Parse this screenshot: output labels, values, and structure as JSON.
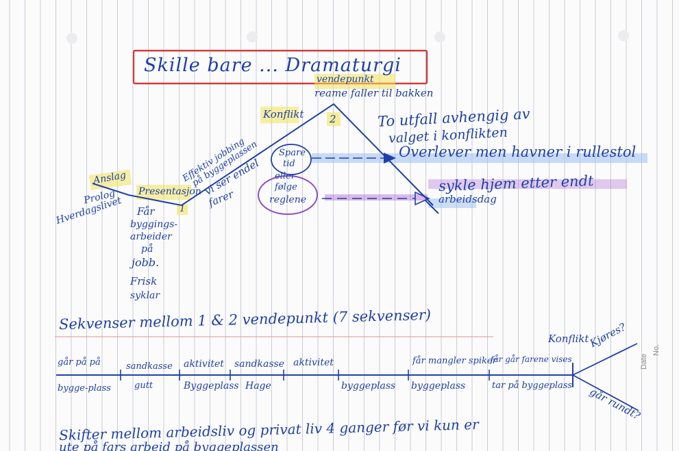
{
  "title": "Skille bare ... Dramaturgi",
  "turning_point_2": {
    "label": "vendepunkt",
    "text": "reame faller til bakken",
    "number": "2"
  },
  "conflict_label": "Konflikt",
  "outcome_note": [
    "To utfall avhengig av",
    "valget i konflikten"
  ],
  "branch_upper": "Overlever men havner i rullestol",
  "branch_lower": [
    "sykle hjem etter endt",
    "arbeidsdag"
  ],
  "choice_circle_1": [
    "Spare",
    "tid"
  ],
  "choice_circle_2": [
    "eller",
    "følge",
    "reglene"
  ],
  "left_labels": {
    "anslag": "Anslag",
    "anslag_sub": [
      "Prolog",
      "Hverdagslivet"
    ],
    "presentasjon": "Presentasjon",
    "turning_point_1_number": "1",
    "rising": [
      "Effektiv jobbing",
      "på byggeplassen",
      "vi ser endel",
      "farer"
    ],
    "presentation_text": [
      "Får",
      "byggings-",
      "arbeider",
      "på",
      "jobb.",
      "Frisk",
      "syklar"
    ]
  },
  "sequences_heading": "Sekvenser mellom 1 & 2 vendepunkt (7 sekvenser)",
  "sequences_top": [
    "går på på",
    "sandkasse",
    "aktivitet",
    "sandkasse",
    "aktivitet",
    "får mangler spiker",
    "får går farene vises"
  ],
  "sequences_bottom": [
    "bygge-plass",
    "gutt",
    "Byggeplass",
    "Hage",
    "byggeplass",
    "byggeplass",
    "tar på byggeplass"
  ],
  "timeline_conflict": "Konflikt",
  "timeline_branch_up": "Kjøres?",
  "timeline_branch_down": "går rundt?",
  "footer_line_1": "Skifter mellom arbeidsliv og privat liv 4 ganger før vi kun er",
  "footer_line_2": "ute på fars arbeid på byggeplassen",
  "margin_no": "No.",
  "margin_date": "Date",
  "colors": {
    "ink": "#1f3fa8",
    "title_box": "#d23c3c",
    "highlight_yellow": "#f1e45a",
    "highlight_blue": "#9cc0f2",
    "highlight_purple": "#b06ad8",
    "rule_line": "#c9ccd3",
    "margin_line": "#e5a7a7"
  }
}
